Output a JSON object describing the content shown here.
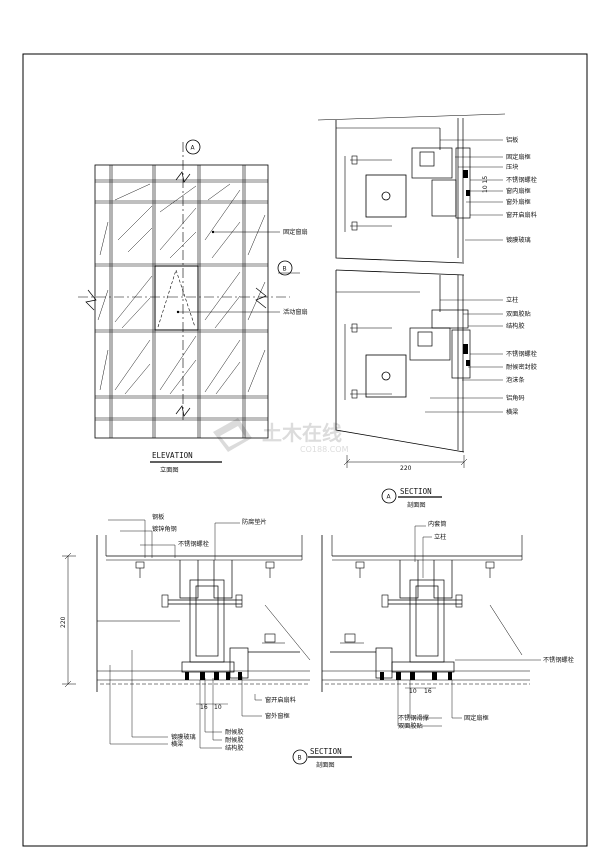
{
  "elevation": {
    "marker_top": "A",
    "marker_side": "B",
    "labels": {
      "fixed_pane": "固定窗扇",
      "operable_pane": "活动窗扇"
    },
    "title_en": "ELEVATION",
    "title_cn": "立面图"
  },
  "section_a": {
    "labels": [
      "铝板",
      "固定扇框",
      "压块",
      "不锈钢螺栓",
      "窗内扇框",
      "窗外扇框",
      "窗开启扇料",
      "镀膜玻璃",
      "立柱",
      "双面胶贴",
      "结构胶",
      "不锈钢螺栓",
      "耐候密封胶",
      "泡沫条",
      "铝角码",
      "横梁"
    ],
    "dim_width": "220",
    "dim_small": "10 15",
    "marker": "A",
    "title_en": "SECTION",
    "title_cn": "剖面图"
  },
  "section_b": {
    "left_top_labels": [
      "钢板",
      "镀锌角钢",
      "不锈钢螺栓"
    ],
    "top_mid_label": "防腐垫片",
    "left_bottom_labels": [
      "镀膜玻璃",
      "横梁",
      "耐候胶",
      "耐候胶",
      "结构胶"
    ],
    "mid_bottom_labels": [
      "窗开启扇料",
      "窗外窗框"
    ],
    "right_top_labels": [
      "内套筒",
      "立柱"
    ],
    "right_side_label": "不锈钢螺栓",
    "right_bottom_labels": [
      "不锈钢滑撑",
      "双面胶贴",
      "固定扇框"
    ],
    "dim_height": "220",
    "dims_small_left": [
      "16",
      "10"
    ],
    "dims_small_right": [
      "10",
      "16"
    ],
    "marker": "B",
    "title_en": "SECTION",
    "title_cn": "剖面图"
  },
  "watermark": {
    "text_cn": "土木在线",
    "text_en": "CO188.COM"
  }
}
